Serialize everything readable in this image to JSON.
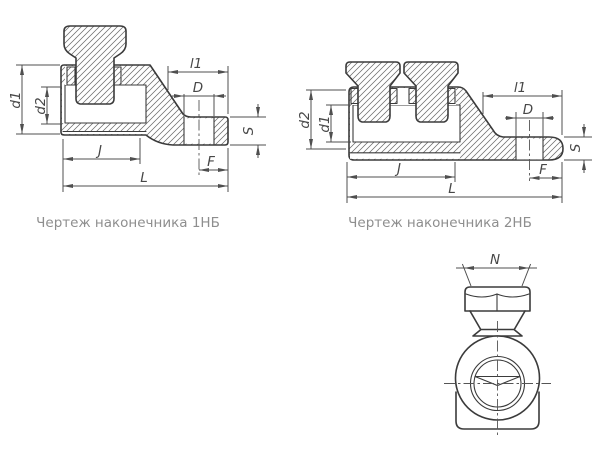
{
  "page": {
    "background": "#ffffff",
    "type": "technical-drawing-sheet"
  },
  "lug1": {
    "caption": "Чертеж наконечника 1НБ",
    "dims": {
      "d1": "d1",
      "d2": "d2",
      "l1": "l1",
      "D": "D",
      "S": "S",
      "J": "J",
      "F": "F",
      "L": "L"
    }
  },
  "lug2": {
    "caption": "Чертеж наконечника 2НБ",
    "dims": {
      "d2": "d2",
      "d1": "d1",
      "l1": "l1",
      "D": "D",
      "S": "S",
      "J": "J",
      "F": "F",
      "L": "L"
    }
  },
  "front": {
    "dims": {
      "N": "N"
    }
  },
  "colors": {
    "outline": "#3b3b3b",
    "dimension_lines": "#4f4f4f",
    "hatch": "#6a6a6a",
    "caption_text": "#8e8e8e",
    "background": "#ffffff"
  }
}
